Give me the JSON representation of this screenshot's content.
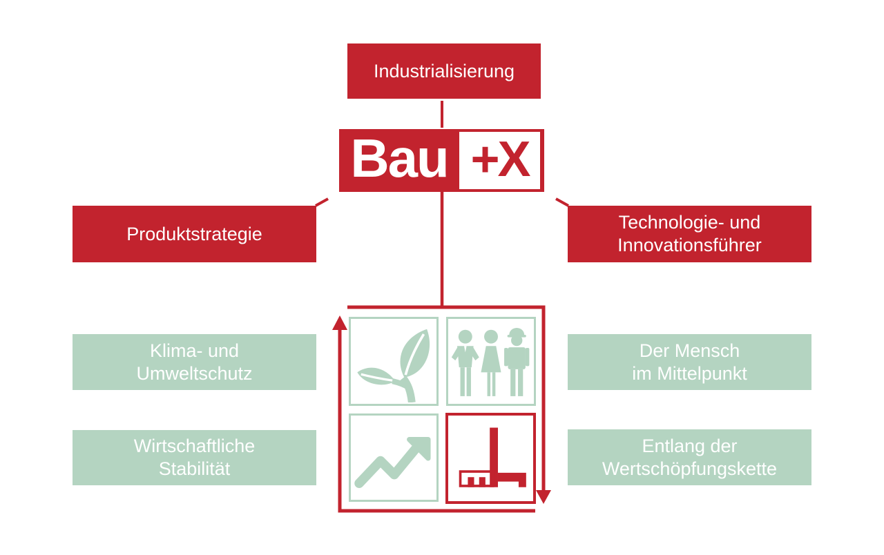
{
  "colors": {
    "red": "#C2232E",
    "green": "#B4D4C1",
    "text": "#ffffff"
  },
  "top_box": {
    "label": "Industrialisierung"
  },
  "logo": {
    "bau": "Bau",
    "plus_x": "+X"
  },
  "left": {
    "strategy": "Produktstrategie",
    "goal1": "Klima- und\nUmweltschutz",
    "goal2": "Wirtschaftliche\nStabilität"
  },
  "right": {
    "strategy": "Technologie- und\nInnovationsführer",
    "goal1": "Der Mensch\nim Mittelpunkt",
    "goal2": "Entlang der\nWertschöpfungskette"
  },
  "grid": {
    "icons": [
      "sprout-icon",
      "people-icon",
      "growth-arrow-icon",
      "mb-logo-icon"
    ]
  }
}
